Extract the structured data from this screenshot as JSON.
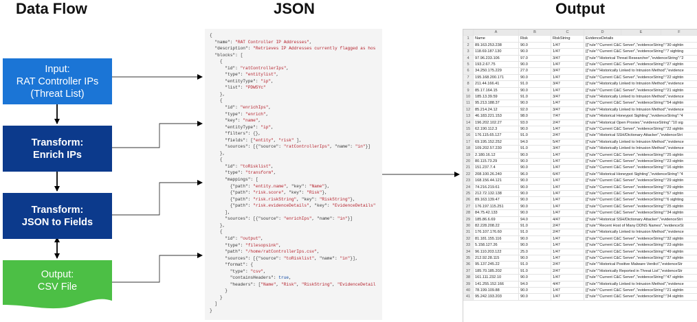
{
  "headings": {
    "data_flow": "Data Flow",
    "json": "JSON",
    "output": "Output"
  },
  "flow": {
    "input": [
      "Input:",
      "RAT Controller IPs",
      "(Threat List)"
    ],
    "transform_enrich": [
      "Transform:",
      "Enrich IPs"
    ],
    "transform_fields": [
      "Transform:",
      "JSON to Fields"
    ],
    "output": [
      "Output:",
      "CSV File"
    ]
  },
  "colors": {
    "input_box": "#1b75d6",
    "transform_box": "#0c3a8c",
    "output_box": "#4cbf45",
    "json_string": "#b31d28",
    "json_keyword": "#0d47a1"
  },
  "json_lines": [
    "{",
    "  \"name\": \"RAT Controller IP Addresses\",",
    "  \"description\": \"Retrieves IP Addresses currently flagged as hos",
    "  \"blocks\": [",
    "    {",
    "      \"id\": \"ratControllerIps\",",
    "      \"type\": \"entitylist\",",
    "      \"entityType\": \"ip\",",
    "      \"list\": \"PDW5Yc\"",
    "    },",
    "    {",
    "      \"id\": \"enrichIps\",",
    "      \"type\": \"enrich\",",
    "      \"key\": \"name\",",
    "      \"entityType\": \"ip\",",
    "      \"filters\": {},",
    "      \"fields\": [\"entity\", \"risk\" ],",
    "      \"sources\": [{\"source\": \"ratControllerIps\", \"name\": \"in\"}]",
    "    },",
    "    {",
    "      \"id\": \"toRisklist\",",
    "      \"type\": \"transform\",",
    "      \"mappings\": [",
    "        {\"path\": \"entity.name\", \"key\": \"Name\"},",
    "        {\"path\": \"risk.score\", \"key\": \"Risk\"},",
    "        {\"path\": \"risk.riskString\", \"key\": \"RiskString\"},",
    "        {\"path\": \"risk.evidenceDetails\", \"key\": \"EvidenceDetails\"",
    "      ],",
    "      \"sources\": [{\"source\": \"enrichIps\", \"name\": \"in\"}]",
    "    },",
    "    {",
    "      \"id\": \"output\",",
    "      \"type\": \"filesopsink\",",
    "      \"path\": \"/home/ratControllerIps.csv\",",
    "      \"sources\": [{\"source\": \"toRisklist\", \"name\": \"in\"}],",
    "      \"format\": {",
    "        \"type\": \"csv\",",
    "        \"containsHeaders\": true,",
    "        \"headers\": [\"Name\", \"Risk\", \"RiskString\", \"EvidenceDetail",
    "      }",
    "    }",
    "  ]",
    "}"
  ],
  "sheet": {
    "columns": [
      "A",
      "B",
      "C",
      "D",
      "E",
      "F"
    ],
    "header_row": [
      "Name",
      "Risk",
      "RiskString",
      "EvidenceDetails"
    ],
    "rows": [
      [
        "2",
        "89.163.253.238",
        "90.0",
        "1/47",
        "[{\"rule\":\"Current C&C Server\",\"evidenceString\":\"30 sightin"
      ],
      [
        "3",
        "118.69.187.130",
        "90.0",
        "1/47",
        "[{\"rule\":\"Current C&C Server\",\"evidenceString\":\"7 sighting"
      ],
      [
        "4",
        "97.96.233.106",
        "97.0",
        "3/47",
        "[{\"rule\":\"Historical Threat Researcher\",\"evidenceString\":\"2"
      ],
      [
        "5",
        "193.2.67.75",
        "90.0",
        "1/47",
        "[{\"rule\":\"Current C&C Server\",\"evidenceString\":\"27 sightin"
      ],
      [
        "6",
        "34.250.175.229",
        "27.0",
        "3/47",
        "[{\"rule\":\"Historically Linked to Intrusion Method\",\"evidence"
      ],
      [
        "7",
        "195.168.200.171",
        "90.0",
        "1/47",
        "[{\"rule\":\"Current C&C Server\",\"evidenceString\":\"22 sightin"
      ],
      [
        "8",
        "211.44.166.41",
        "91.0",
        "3/47",
        "[{\"rule\":\"Historically Linked to Intrusion Method\",\"evidence"
      ],
      [
        "9",
        "85.17.164.15",
        "90.0",
        "1/47",
        "[{\"rule\":\"Current C&C Server\",\"evidenceString\":\"21 sightin"
      ],
      [
        "10",
        "185.13.39.59",
        "91.0",
        "3/47",
        "[{\"rule\":\"Historically Linked to Intrusion Method\",\"evidence"
      ],
      [
        "11",
        "95.213.188.37",
        "90.0",
        "1/47",
        "[{\"rule\":\"Current C&C Server\",\"evidenceString\":\"54 sightin"
      ],
      [
        "12",
        "85.214.24.12",
        "92.0",
        "3/47",
        "[{\"rule\":\"Historically Linked to Intrusion Method\",\"evidence"
      ],
      [
        "13",
        "46.183.221.153",
        "98.0",
        "7/47",
        "[{\"rule\":\"Historical Honeypot Sighting\",\"evidenceString\":\"4"
      ],
      [
        "14",
        "196.202.102.27",
        "93.0",
        "2/47",
        "[{\"rule\":\"Historical Open Proxies\",\"evidenceString\":\"10 sig"
      ],
      [
        "15",
        "62.190.112.3",
        "90.0",
        "1/47",
        "[{\"rule\":\"Current C&C Server\",\"evidenceString\":\"22 sightin"
      ],
      [
        "16",
        "176.115.65.127",
        "91.0",
        "2/47",
        "[{\"rule\":\"Historical SSH/Dictionary Attacker\",\"evidenceStri"
      ],
      [
        "17",
        "69.195.152.252",
        "94.0",
        "5/47",
        "[{\"rule\":\"Historically Linked to Intrusion Method\",\"evidence"
      ],
      [
        "18",
        "109.202.57.230",
        "91.0",
        "3/47",
        "[{\"rule\":\"Historically Linked to Intrusion Method\",\"evidence"
      ],
      [
        "19",
        "2.180.16.12",
        "90.0",
        "1/47",
        "[{\"rule\":\"Current C&C Server\",\"evidenceString\":\"25 sightin"
      ],
      [
        "20",
        "80.115.73.29",
        "90.0",
        "1/47",
        "[{\"rule\":\"Current C&C Server\",\"evidenceString\":\"23 sightin"
      ],
      [
        "21",
        "151.237.7.4",
        "90.0",
        "1/47",
        "[{\"rule\":\"Current C&C Server\",\"evidenceString\":\"16 sightin"
      ],
      [
        "22",
        "208.100.26.240",
        "96.0",
        "6/47",
        "[{\"rule\":\"Historical Honeypot Sighting\",\"evidenceString\":\"4"
      ],
      [
        "23",
        "168.156.44.121",
        "90.0",
        "1/47",
        "[{\"rule\":\"Current C&C Server\",\"evidenceString\":\"29 sightin"
      ],
      [
        "24",
        "74.216.219.61",
        "90.0",
        "1/47",
        "[{\"rule\":\"Current C&C Server\",\"evidenceString\":\"29 sightin"
      ],
      [
        "25",
        "212.72.132.138",
        "90.0",
        "1/47",
        "[{\"rule\":\"Current C&C Server\",\"evidenceString\":\"57 sightin"
      ],
      [
        "26",
        "89.163.139.47",
        "90.0",
        "1/47",
        "[{\"rule\":\"Current C&C Server\",\"evidenceString\":\"6 sighting"
      ],
      [
        "27",
        "176.197.115.251",
        "90.0",
        "1/47",
        "[{\"rule\":\"Current C&C Server\",\"evidenceString\":\"25 sightin"
      ],
      [
        "28",
        "84.75.42.133",
        "90.0",
        "1/47",
        "[{\"rule\":\"Current C&C Server\",\"evidenceString\":\"34 sightin"
      ],
      [
        "29",
        "185.86.6.69",
        "94.0",
        "4/47",
        "[{\"rule\":\"Historical SSH/Dictionary Attacker\",\"evidenceStri"
      ],
      [
        "30",
        "82.228.208.22",
        "91.0",
        "2/47",
        "[{\"rule\":\"Recent Host of Many DDNS Names\",\"evidenceSt"
      ],
      [
        "31",
        "176.107.176.60",
        "91.0",
        "2/47",
        "[{\"rule\":\"Historically Linked to Intrusion Method\",\"evidence"
      ],
      [
        "32",
        "81.181.155.116",
        "90.0",
        "1/47",
        "[{\"rule\":\"Current C&C Server\",\"evidenceString\":\"32 sightin"
      ],
      [
        "33",
        "5.158.127.26",
        "90.0",
        "1/47",
        "[{\"rule\":\"Current C&C Server\",\"evidenceString\":\"23 sightin"
      ],
      [
        "34",
        "96.110.203.122",
        "25.0",
        "1/47",
        "[{\"rule\":\"Current C&C Server\",\"evidenceString\":\"49 sightin"
      ],
      [
        "35",
        "212.92.28.115",
        "90.0",
        "1/47",
        "[{\"rule\":\"Current C&C Server\",\"evidenceString\":\"37 sightin"
      ],
      [
        "36",
        "95.137.245.22",
        "91.0",
        "2/47",
        "[{\"rule\":\"Historical Positive Malware Verdict\",\"evidenceStr"
      ],
      [
        "37",
        "185.70.185.202",
        "91.0",
        "2/47",
        "[{\"rule\":\"Historically Reported in Threat List\",\"evidenceStr"
      ],
      [
        "38",
        "161.111.232.10",
        "90.0",
        "1/47",
        "[{\"rule\":\"Current C&C Server\",\"evidenceString\":\"47 sightin"
      ],
      [
        "39",
        "141.255.152.166",
        "94.0",
        "4/47",
        "[{\"rule\":\"Historically Linked to Intrusion Method\",\"evidence"
      ],
      [
        "40",
        "78.199.109.88",
        "90.0",
        "1/47",
        "[{\"rule\":\"Current C&C Server\",\"evidenceString\":\"21 sightin"
      ],
      [
        "41",
        "95.242.193.203",
        "90.0",
        "1/47",
        "[{\"rule\":\"Current C&C Server\",\"evidenceString\":\"34 sightin"
      ]
    ]
  }
}
